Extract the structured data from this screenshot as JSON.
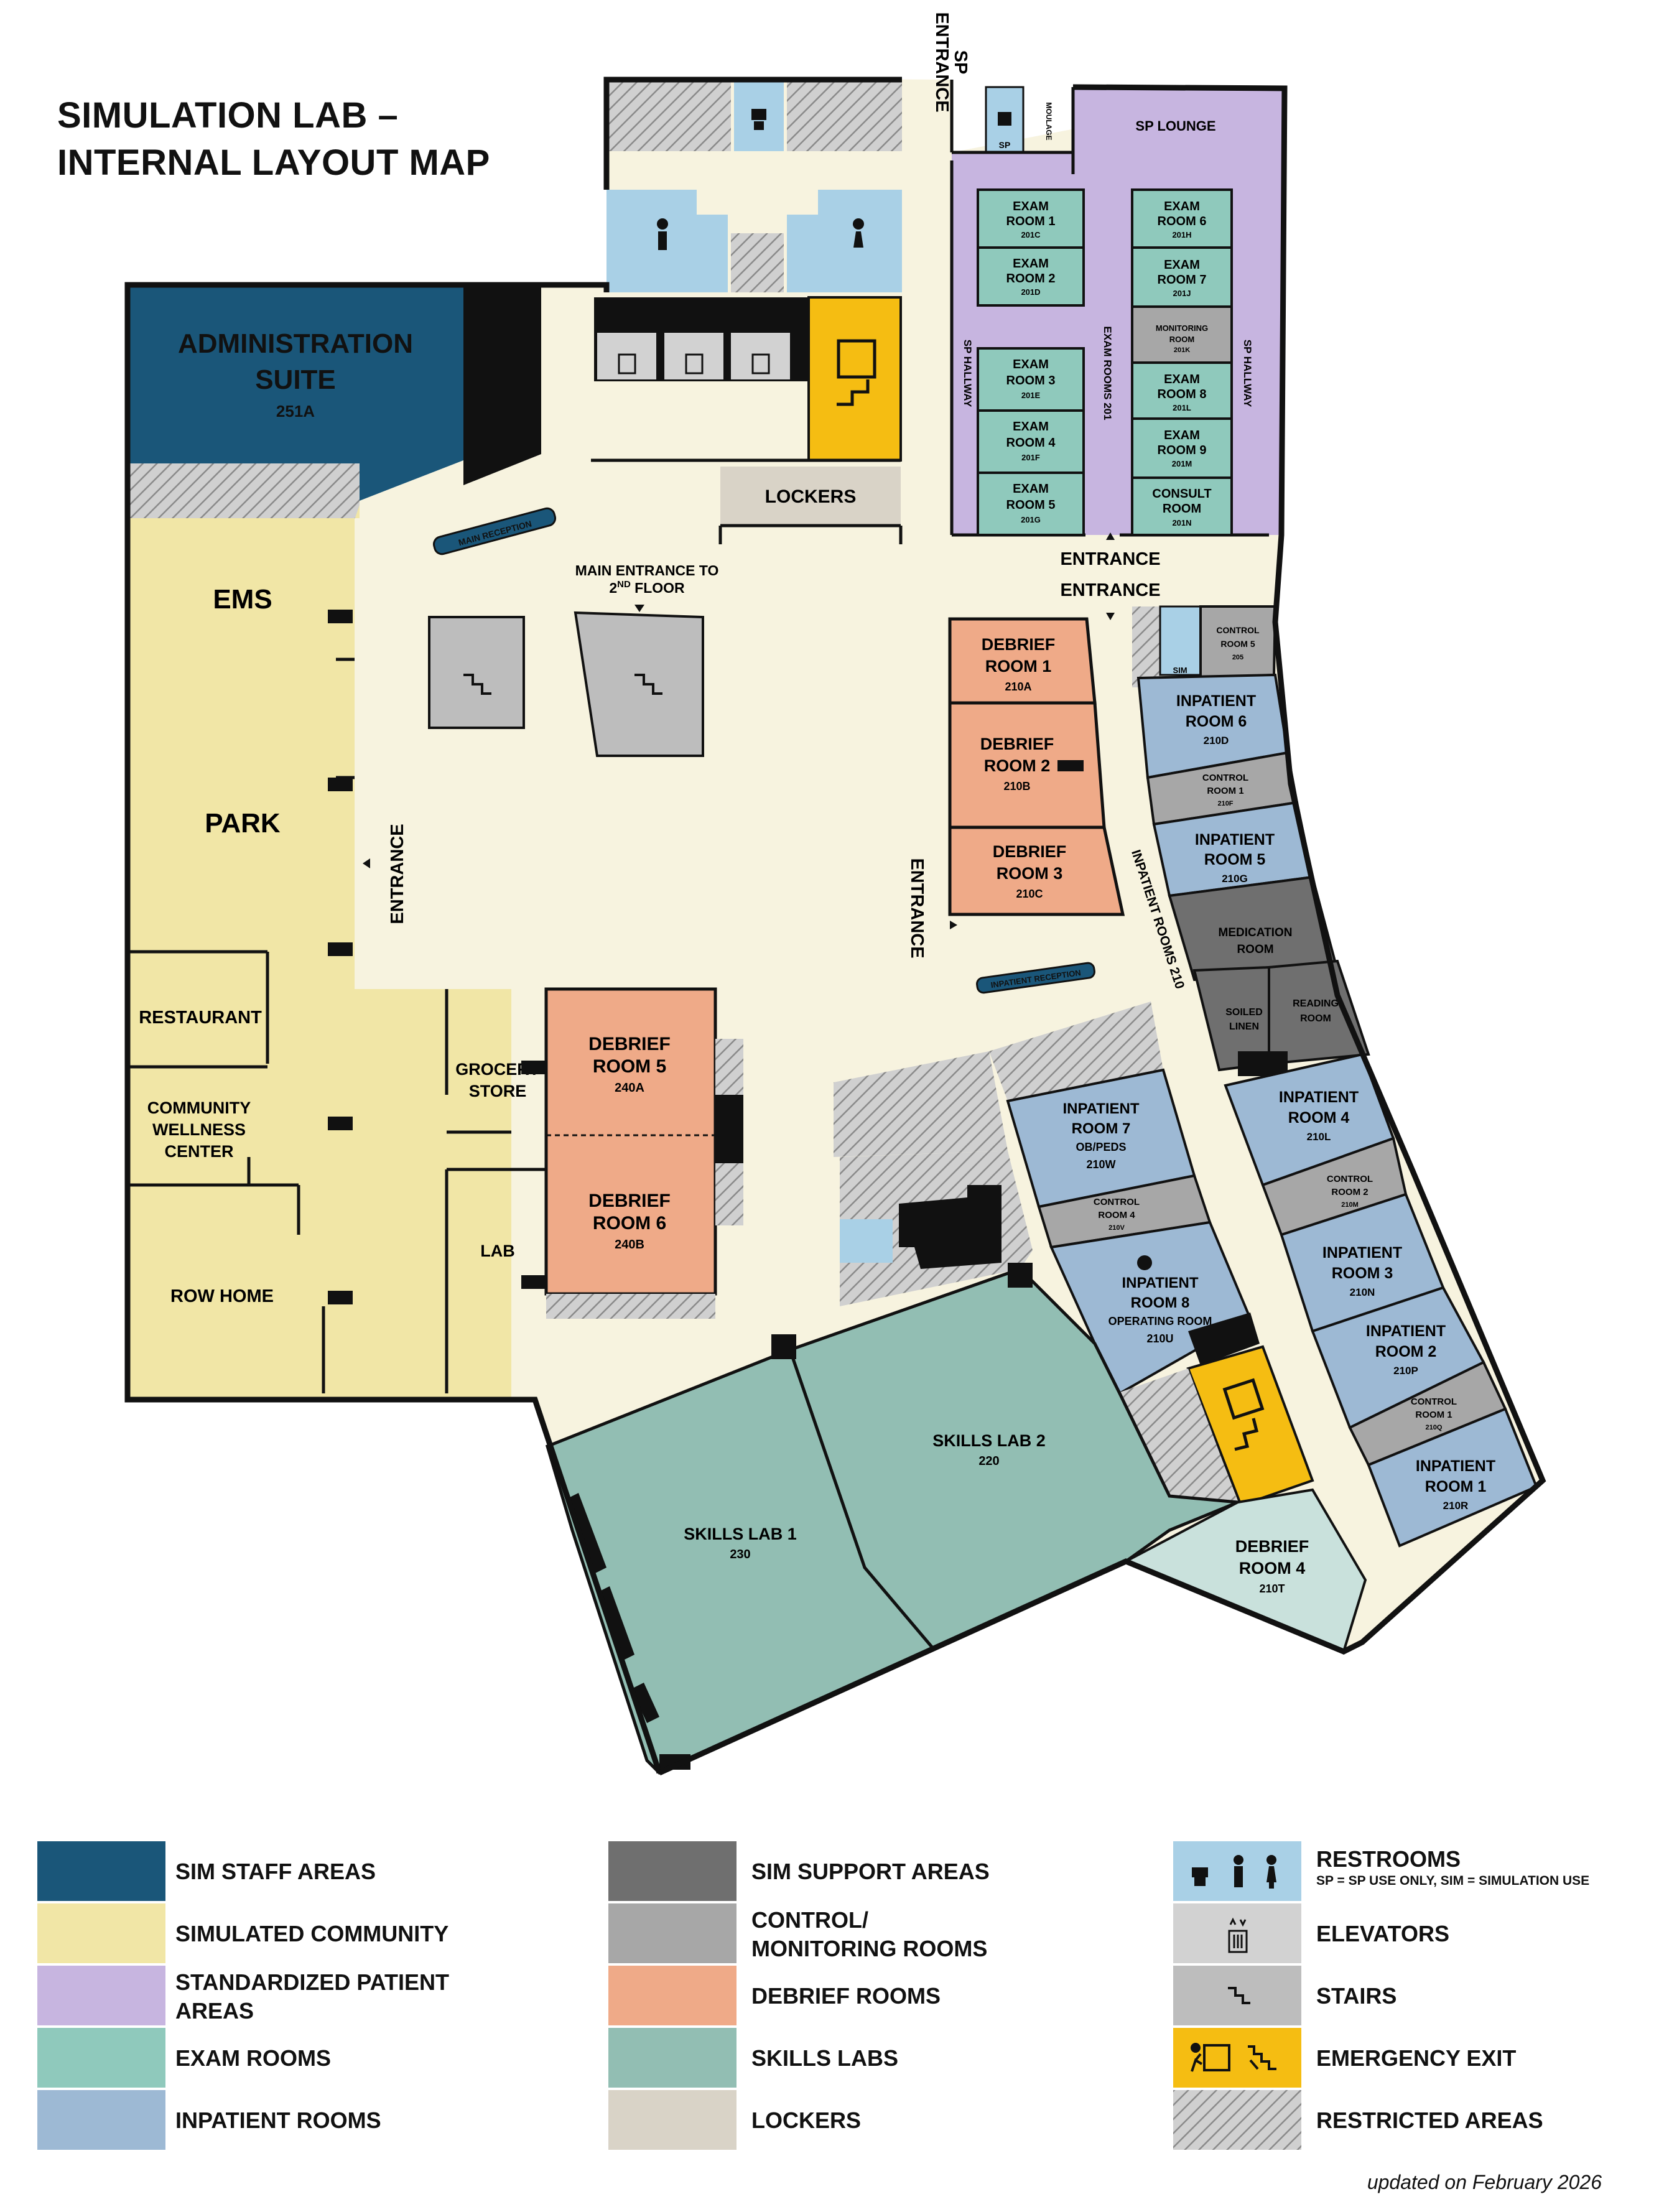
{
  "title": [
    "SIMULATION LAB –",
    "INTERNAL LAYOUT MAP"
  ],
  "colors": {
    "staff": "#1a5679",
    "community": "#f1e6a6",
    "sp": "#c7b5e0",
    "exam": "#8fc9bc",
    "inpatient": "#9db9d4",
    "support": "#6f6f6f",
    "control": "#a7a7a7",
    "debrief": "#efaa88",
    "skills": "#92beb3",
    "lockers": "#d9d3c7",
    "restroom": "#a9d0e6",
    "elevator": "#d2d2d2",
    "stairs": "#bdbdbd",
    "exit": "#f5bd12",
    "corridor": "#f7f3df"
  },
  "rooms": {
    "admin": {
      "name": "ADMINISTRATION SUITE",
      "line1": "ADMINISTRATION",
      "line2": "SUITE",
      "num": "251A"
    },
    "ems": "EMS",
    "park": "PARK",
    "restaurant": "RESTAURANT",
    "wellness": [
      "COMMUNITY",
      "WELLNESS",
      "CENTER"
    ],
    "rowhome": "ROW HOME",
    "grocery": [
      "GROCERY",
      "STORE"
    ],
    "lab": "LAB",
    "lockers": "LOCKERS",
    "sp_lounge": "SP LOUNGE",
    "moulage": "MOULAGE",
    "sp_restroom": "SP",
    "sim_restroom": "SIM",
    "exam": [
      {
        "l1": "EXAM",
        "l2": "ROOM 1",
        "num": "201C"
      },
      {
        "l1": "EXAM",
        "l2": "ROOM 2",
        "num": "201D"
      },
      {
        "l1": "EXAM",
        "l2": "ROOM 3",
        "num": "201E"
      },
      {
        "l1": "EXAM",
        "l2": "ROOM 4",
        "num": "201F"
      },
      {
        "l1": "EXAM",
        "l2": "ROOM 5",
        "num": "201G"
      },
      {
        "l1": "EXAM",
        "l2": "ROOM 6",
        "num": "201H"
      },
      {
        "l1": "EXAM",
        "l2": "ROOM 7",
        "num": "201J"
      },
      {
        "l1": "EXAM",
        "l2": "ROOM 8",
        "num": "201L"
      },
      {
        "l1": "EXAM",
        "l2": "ROOM 9",
        "num": "201M"
      },
      {
        "l1": "CONSULT",
        "l2": "ROOM",
        "num": "201N"
      }
    ],
    "monitoring": {
      "l1": "MONITORING",
      "l2": "ROOM",
      "num": "201K"
    },
    "debrief": [
      {
        "l1": "DEBRIEF",
        "l2": "ROOM 1",
        "num": "210A"
      },
      {
        "l1": "DEBRIEF",
        "l2": "ROOM 2",
        "num": "210B"
      },
      {
        "l1": "DEBRIEF",
        "l2": "ROOM 3",
        "num": "210C"
      },
      {
        "l1": "DEBRIEF",
        "l2": "ROOM 4",
        "num": "210T"
      },
      {
        "l1": "DEBRIEF",
        "l2": "ROOM 5",
        "num": "240A"
      },
      {
        "l1": "DEBRIEF",
        "l2": "ROOM 6",
        "num": "240B"
      }
    ],
    "inpatient": [
      {
        "l1": "INPATIENT",
        "l2": "ROOM 6",
        "num": "210D"
      },
      {
        "l1": "INPATIENT",
        "l2": "ROOM 5",
        "num": "210G"
      },
      {
        "l1": "INPATIENT",
        "l2": "ROOM 4",
        "num": "210L"
      },
      {
        "l1": "INPATIENT",
        "l2": "ROOM 3",
        "num": "210N"
      },
      {
        "l1": "INPATIENT",
        "l2": "ROOM 2",
        "num": "210P"
      },
      {
        "l1": "INPATIENT",
        "l2": "ROOM 1",
        "num": "210R"
      },
      {
        "l1": "INPATIENT",
        "l2": "ROOM 7",
        "l3": "OB/PEDS",
        "num": "210W"
      },
      {
        "l1": "INPATIENT",
        "l2": "ROOM 8",
        "l3": "OPERATING ROOM",
        "num": "210U"
      }
    ],
    "control": [
      {
        "l1": "CONTROL",
        "l2": "ROOM 5",
        "num": "205"
      },
      {
        "l1": "CONTROL",
        "l2": "ROOM 1",
        "num": "210F"
      },
      {
        "l1": "CONTROL",
        "l2": "ROOM 2",
        "num": "210M"
      },
      {
        "l1": "CONTROL",
        "l2": "ROOM 1",
        "num": "210Q"
      },
      {
        "l1": "CONTROL",
        "l2": "ROOM 4",
        "num": "210V"
      }
    ],
    "medication": [
      "MEDICATION",
      "ROOM"
    ],
    "soiled": [
      "SOILED",
      "LINEN"
    ],
    "reading": [
      "READING",
      "ROOM"
    ],
    "skills1": {
      "name": "SKILLS LAB 1",
      "num": "230"
    },
    "skills2": {
      "name": "SKILLS LAB 2",
      "num": "220"
    }
  },
  "labels": {
    "entrance": "ENTRANCE",
    "sp_entrance": [
      "SP",
      "ENTRANCE"
    ],
    "main_entrance": [
      "MAIN ENTRANCE TO",
      "2",
      "ND",
      " FLOOR"
    ],
    "main_reception": "MAIN RECEPTION",
    "inpatient_reception": "INPATIENT RECEPTION",
    "sp_hallway": "SP HALLWAY",
    "exam_rooms_201": "EXAM ROOMS 201",
    "inpatient_rooms_210": "INPATIENT ROOMS 210"
  },
  "legend": [
    {
      "label": [
        "SIM STAFF AREAS"
      ],
      "color": "#1a5679"
    },
    {
      "label": [
        "SIMULATED COMMUNITY"
      ],
      "color": "#f1e6a6"
    },
    {
      "label": [
        "STANDARDIZED PATIENT",
        "AREAS"
      ],
      "color": "#c7b5e0"
    },
    {
      "label": [
        "EXAM ROOMS"
      ],
      "color": "#8fc9bc"
    },
    {
      "label": [
        "INPATIENT ROOMS"
      ],
      "color": "#9db9d4"
    },
    {
      "label": [
        "SIM SUPPORT AREAS"
      ],
      "color": "#6f6f6f"
    },
    {
      "label": [
        "CONTROL/",
        "MONITORING ROOMS"
      ],
      "color": "#a7a7a7"
    },
    {
      "label": [
        "DEBRIEF ROOMS"
      ],
      "color": "#efaa88"
    },
    {
      "label": [
        "SKILLS LABS"
      ],
      "color": "#92beb3"
    },
    {
      "label": [
        "LOCKERS"
      ],
      "color": "#d9d3c7"
    },
    {
      "label": [
        "RESTROOMS"
      ],
      "sub": "SP = SP USE ONLY, SIM = SIMULATION USE",
      "color": "#a9d0e6",
      "icon": "restroom-icons"
    },
    {
      "label": [
        "ELEVATORS"
      ],
      "color": "#d2d2d2",
      "icon": "elevator-icon"
    },
    {
      "label": [
        "STAIRS"
      ],
      "color": "#bdbdbd",
      "icon": "stairs-icon"
    },
    {
      "label": [
        "EMERGENCY EXIT"
      ],
      "color": "#f5bd12",
      "icon": "emergency-exit-icon"
    },
    {
      "label": [
        "RESTRICTED AREAS"
      ],
      "color": "#c9c9c9",
      "icon": "hatch-pattern"
    }
  ],
  "updated": "updated on February 2026"
}
